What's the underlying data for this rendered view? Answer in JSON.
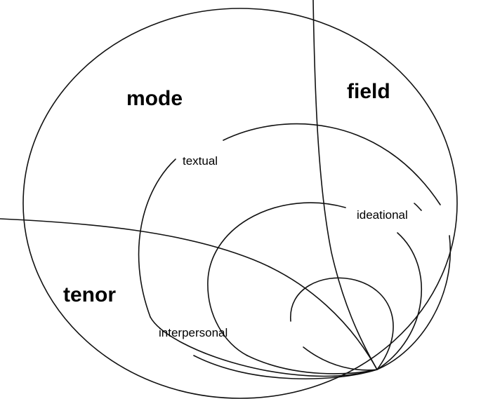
{
  "diagram": {
    "labels": {
      "mode": "mode",
      "field": "field",
      "tenor": "tenor",
      "textual": "textual",
      "ideational": "ideational",
      "interpersonal": "interpersonal"
    }
  }
}
